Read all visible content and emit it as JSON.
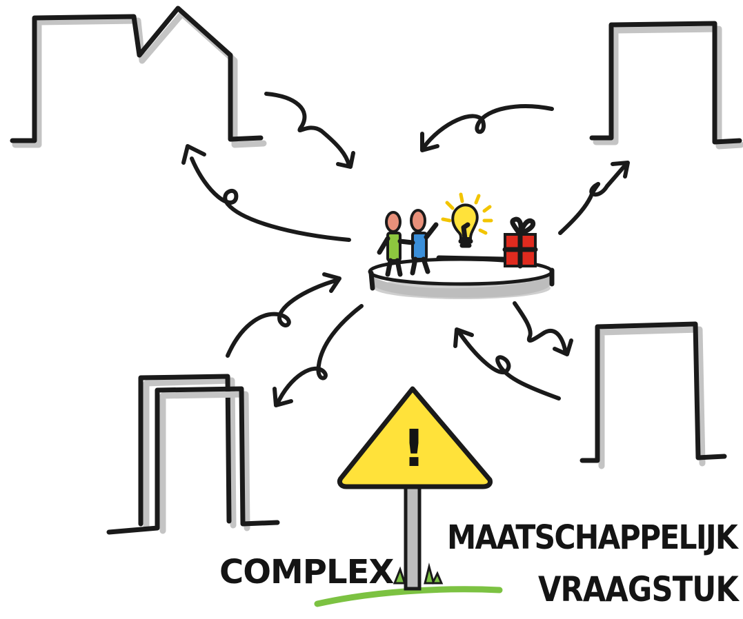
{
  "labels": {
    "left": "COMPLEX",
    "right_line1": "MAATSCHAPPELIJK",
    "right_line2": "VRAAGSTUK"
  },
  "sign": {
    "symbol": "!",
    "icon": "warning-sign-icon"
  },
  "colors": {
    "ink": "#1a1a1a",
    "shadow": "#c4c4c4",
    "sign_yellow": "#ffe23a",
    "grass_green": "#7cc242",
    "person_green": "#8dc63f",
    "person_blue": "#3b8fd9",
    "skin": "#e8907a",
    "gift_red": "#e02b1f",
    "bulb_yellow": "#ffe23a"
  },
  "icons": [
    "house-outline-icon",
    "building-outline-icon",
    "door-frame-icon",
    "people-icon",
    "lightbulb-icon",
    "gift-icon",
    "platform-icon",
    "curved-arrow-icon",
    "warning-sign-icon"
  ]
}
